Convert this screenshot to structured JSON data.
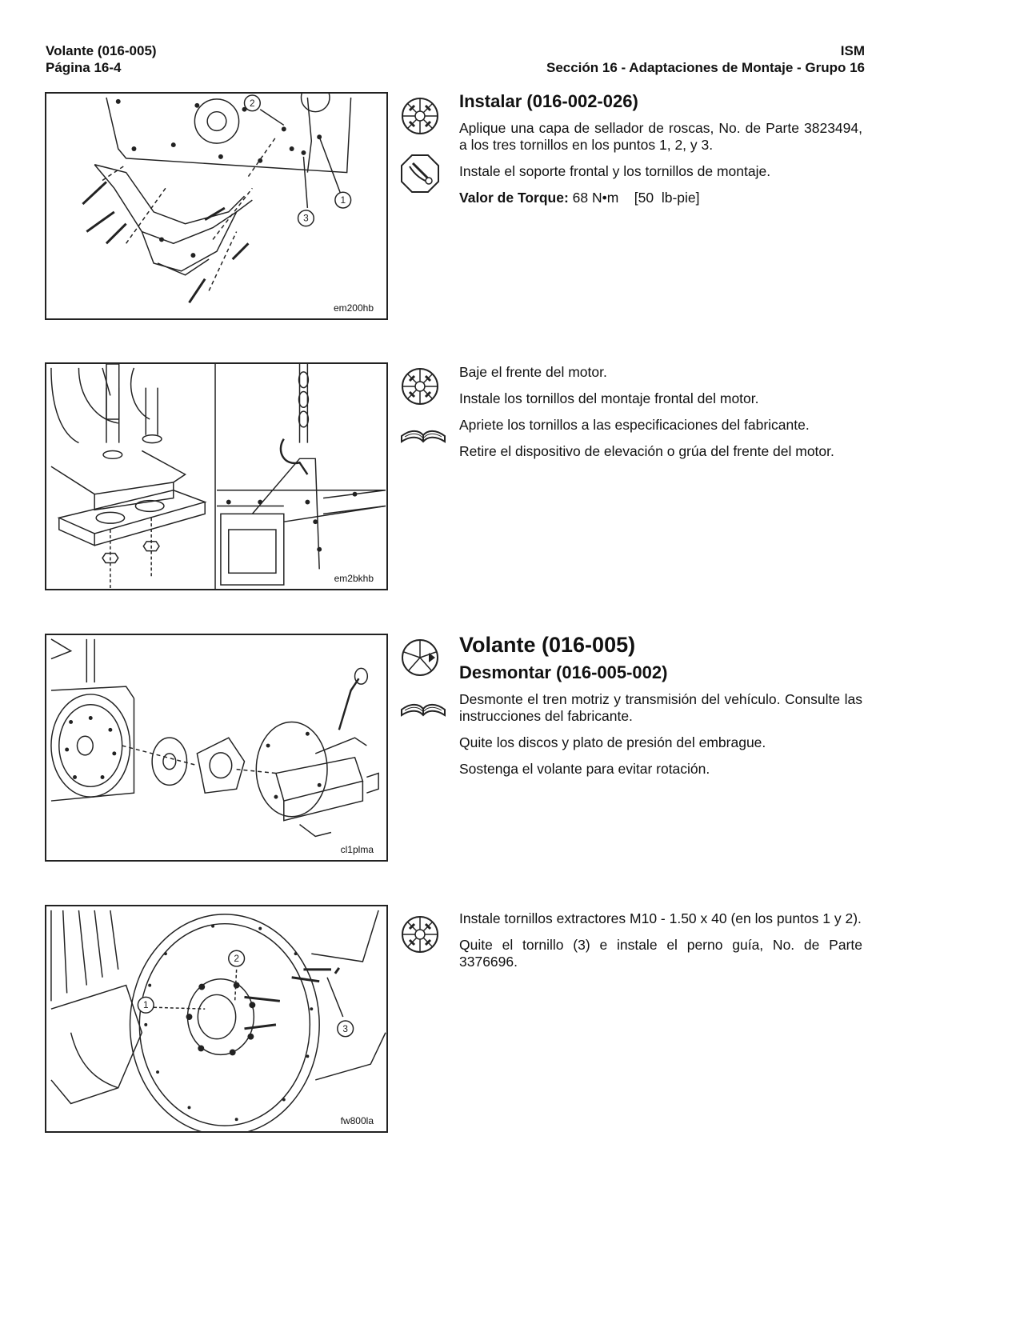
{
  "header": {
    "left_line1": "Volante (016-005)",
    "left_line2": "Página 16-4",
    "right_line1": "ISM",
    "right_line2": "Sección 16 - Adaptaciones de Montaje - Grupo 16"
  },
  "section1": {
    "figure_code": "em200hb",
    "callout_1": "1",
    "callout_2": "2",
    "callout_3": "3",
    "title": "Instalar (016-002-026)",
    "p1": "Aplique una capa de sellador de roscas, No. de Parte 3823494, a los tres tornillos en los puntos 1, 2, y 3.",
    "p2": "Instale el soporte frontal y los tornillos de montaje.",
    "torque_label": "Valor de Torque:",
    "torque_value": "68 N•m    [50  lb-pie]"
  },
  "section2": {
    "figure_code": "em2bkhb",
    "p1": "Baje el frente del motor.",
    "p2": "Instale los tornillos del montaje frontal del motor.",
    "p3": "Apriete los tornillos a las especificaciones del fabricante.",
    "p4": "Retire el dispositivo de elevación o grúa del frente del motor."
  },
  "section3": {
    "figure_code": "cl1plma",
    "title": "Volante (016-005)",
    "subtitle": "Desmontar (016-005-002)",
    "p1": "Desmonte el tren motriz y transmisión del vehículo. Consulte las instrucciones del fabricante.",
    "p2": "Quite los discos y plato de presión del embrague.",
    "p3": "Sostenga el volante para evitar rotación."
  },
  "section4": {
    "figure_code": "fw800la",
    "callout_1": "1",
    "callout_2": "2",
    "callout_3": "3",
    "p1": "Instale tornillos extractores M10 - 1.50 x 40 (en los puntos 1 y 2).",
    "p2": "Quite el tornillo (3) e instale el perno guía, No. de Parte 3376696."
  },
  "icons": {
    "wrench_tool": "wrench-tools-icon",
    "torque": "torque-wrench-icon",
    "manual": "open-book-icon",
    "removal": "removal-wheel-icon"
  }
}
